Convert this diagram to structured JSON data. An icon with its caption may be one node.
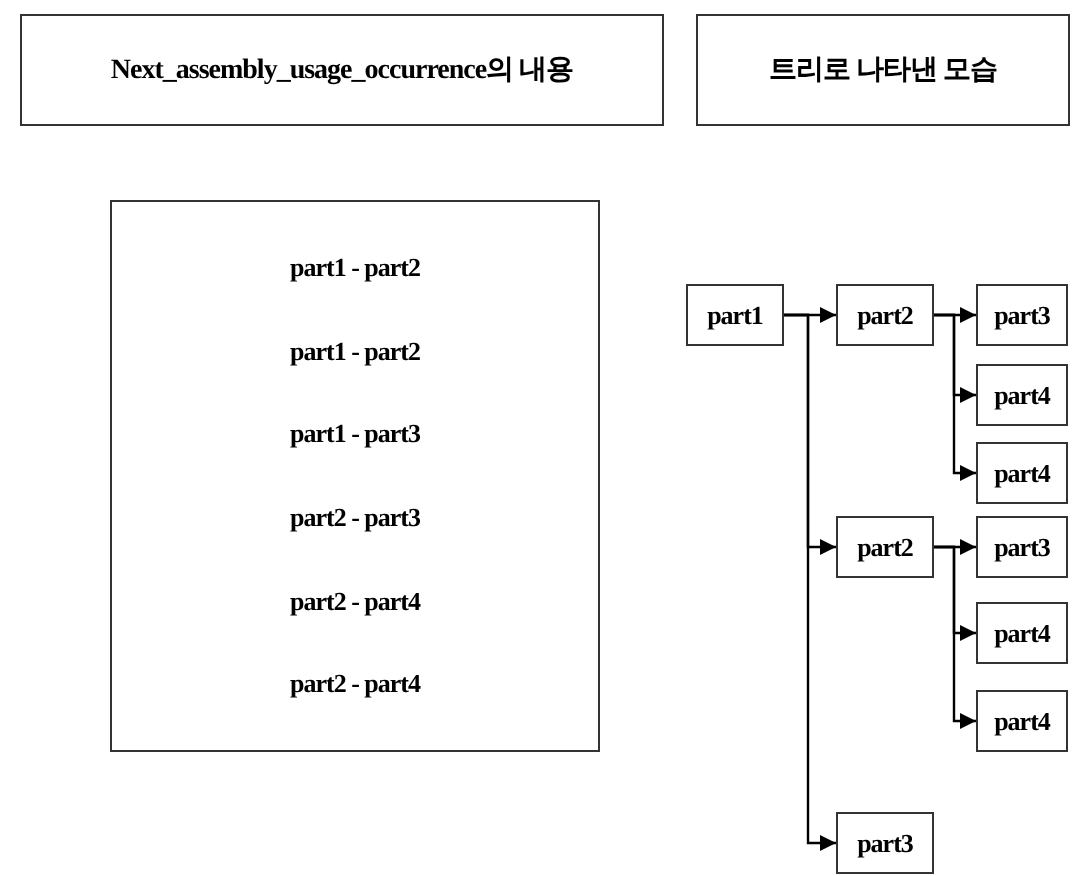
{
  "diagram": {
    "nodes": [
      {
        "text": [
          "Next_assembly_usage_occurrence의 내용"
        ]
      },
      {
        "text": [
          "트리로 나타낸 모습"
        ]
      },
      {
        "text": [
          "part1 - part2",
          "part1 - part2",
          "part1 - part3",
          "part2 - part3",
          "part2 - part4",
          "part2 - part4"
        ]
      },
      {
        "text": [
          "part1"
        ]
      },
      {
        "text": [
          "part2"
        ]
      },
      {
        "text": [
          "part3"
        ]
      },
      {
        "text": [
          "part4"
        ]
      },
      {
        "text": [
          "part4"
        ]
      },
      {
        "text": [
          "part2"
        ]
      },
      {
        "text": [
          "part3"
        ]
      },
      {
        "text": [
          "part4"
        ]
      },
      {
        "text": [
          "part4"
        ]
      },
      {
        "text": [
          "part3"
        ]
      }
    ],
    "edges": [
      {
        "from": 3,
        "to": 4,
        "arrow": "to"
      },
      {
        "from": 4,
        "to": 5,
        "arrow": "to"
      },
      {
        "from": 4,
        "to": 6,
        "arrow": "to"
      },
      {
        "from": 4,
        "to": 7,
        "arrow": "to"
      },
      {
        "from": 3,
        "to": 8,
        "arrow": "to"
      },
      {
        "from": 8,
        "to": 9,
        "arrow": "to"
      },
      {
        "from": 8,
        "to": 10,
        "arrow": "to"
      },
      {
        "from": 8,
        "to": 11,
        "arrow": "to"
      },
      {
        "from": 3,
        "to": 12,
        "arrow": "to"
      }
    ]
  }
}
